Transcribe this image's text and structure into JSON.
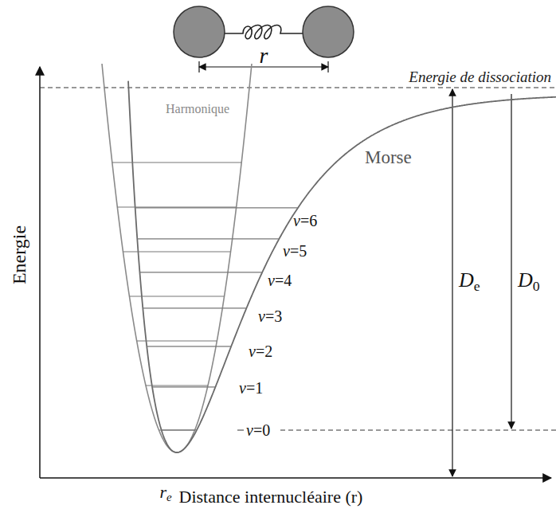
{
  "diagram": {
    "labels": [
      "r",
      "Energie de dissociation",
      "Harmonique",
      "Morse",
      "v=6",
      "v=5",
      "v=4",
      "v=3",
      "v=2",
      "v=1",
      "v=0",
      "De",
      "D0",
      "Energie",
      "re",
      "Distance internucléaire (r)"
    ]
  }
}
